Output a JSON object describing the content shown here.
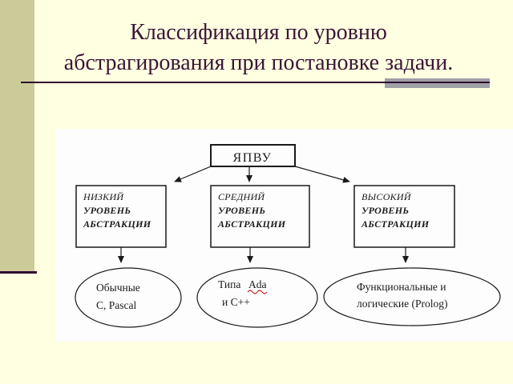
{
  "slide": {
    "title_line1": "Классификация по уровню",
    "title_line2": "абстрагирования при постановке задачи."
  },
  "colors": {
    "background": "#FFFFE1",
    "sidebar_bar": "#CBCB99",
    "title_text": "#3B1537",
    "underline": "#2E0A2E",
    "gray_accent": "#A0A0A8",
    "diagram_background": "#FDFDFD",
    "diagram_stroke": "#1A1A1A",
    "spellcheck_underline": "#CC0000"
  },
  "diagram": {
    "root": {
      "label": "ЯПВУ"
    },
    "levels": [
      {
        "line1": "НИЗКИЙ",
        "line2": "УРОВЕНЬ",
        "line3": "АБСТРАКЦИИ"
      },
      {
        "line1": "СРЕДНИЙ",
        "line2": "УРОВЕНЬ",
        "line3": "АБСТРАКЦИИ"
      },
      {
        "line1": "ВЫСОКИЙ",
        "line2": "УРОВЕНЬ",
        "line3": "АБСТРАКЦИИ"
      }
    ],
    "examples": [
      {
        "line1": "Обычные",
        "line2": "C, Pascal"
      },
      {
        "line1_part1": "Типа",
        "line1_part2_misspelled": "Ada",
        "line2": "и C++"
      },
      {
        "line1": "Функциональные и",
        "line2": "логические (Prolog)"
      }
    ]
  }
}
